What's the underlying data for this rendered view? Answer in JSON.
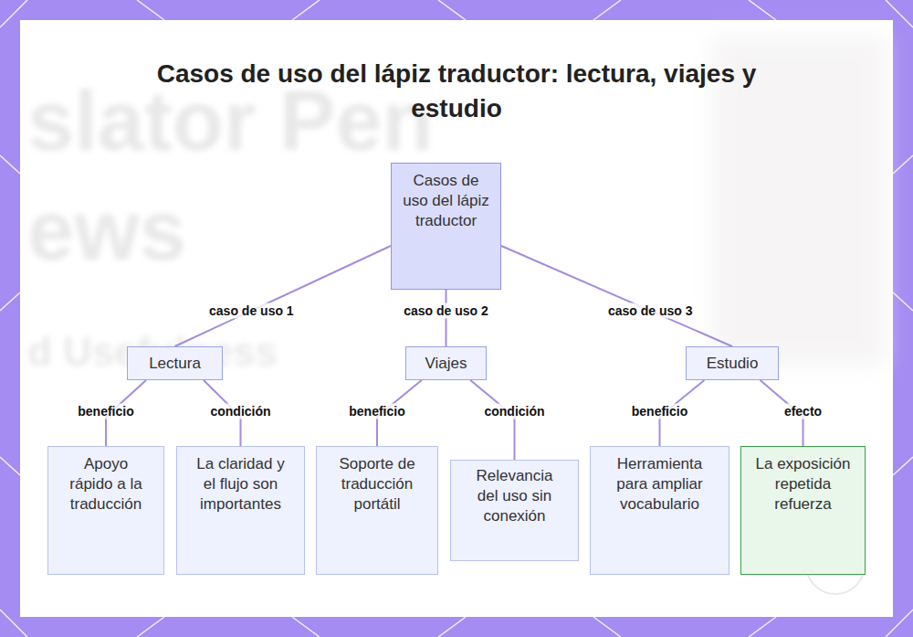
{
  "diagram": {
    "title": "Casos de uso del lápiz traductor: lectura, viajes y estudio",
    "nodes": [
      {
        "text": [
          "Casos de uso del lápiz traductor"
        ]
      },
      {
        "text": [
          "Lectura"
        ]
      },
      {
        "text": [
          "Viajes"
        ]
      },
      {
        "text": [
          "Estudio"
        ]
      },
      {
        "text": [
          "Apoyo rápido a la traducción"
        ]
      },
      {
        "text": [
          "La claridad y el flujo son importantes"
        ]
      },
      {
        "text": [
          "Soporte de traducción portátil"
        ]
      },
      {
        "text": [
          "Relevancia del uso sin conexión"
        ]
      },
      {
        "text": [
          "Herramienta para ampliar vocabulario"
        ]
      },
      {
        "text": [
          "La exposición repetida refuerza"
        ]
      }
    ],
    "edges": [
      {
        "from": 0,
        "to": 1,
        "arrow": "none",
        "label": "caso de uso 1"
      },
      {
        "from": 0,
        "to": 2,
        "arrow": "none",
        "label": "caso de uso 2"
      },
      {
        "from": 0,
        "to": 3,
        "arrow": "none",
        "label": "caso de uso 3"
      },
      {
        "from": 1,
        "to": 4,
        "arrow": "none",
        "label": "beneficio"
      },
      {
        "from": 1,
        "to": 5,
        "arrow": "none",
        "label": "condición"
      },
      {
        "from": 2,
        "to": 6,
        "arrow": "none",
        "label": "beneficio"
      },
      {
        "from": 2,
        "to": 7,
        "arrow": "none",
        "label": "condición"
      },
      {
        "from": 3,
        "to": 8,
        "arrow": "none",
        "label": "beneficio"
      },
      {
        "from": 3,
        "to": 9,
        "arrow": "none",
        "label": "efecto"
      }
    ],
    "labels": [
      "slator Pen",
      "ews",
      "d Usefulness"
    ]
  }
}
